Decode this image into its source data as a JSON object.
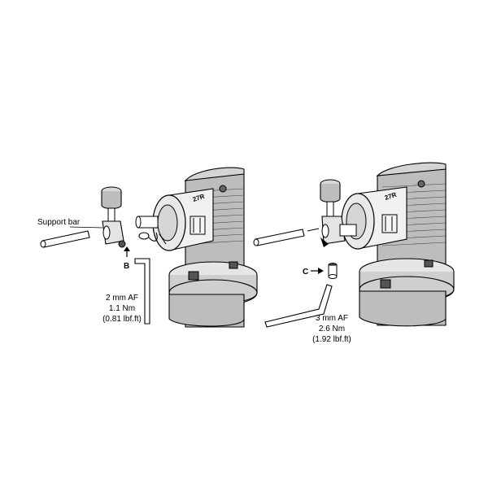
{
  "left_panel": {
    "support_bar_label": "Support bar",
    "callout_b": "B",
    "spec_line1": "2 mm AF",
    "spec_line2": "1.1 Nm",
    "spec_line3": "(0.81 lbf.ft)"
  },
  "right_panel": {
    "callout_c": "C",
    "spec_line1": "3 mm AF",
    "spec_line2": "2.6 Nm",
    "spec_line3": "(1.92 lbf.ft)"
  },
  "product_marking": "27R",
  "icons": [
    "head-body",
    "probe-module",
    "support-bar",
    "stylus-knob",
    "hex-key",
    "screw"
  ],
  "colors": {
    "ink": "#000000",
    "shade": "#bdbdbd",
    "shade_dark": "#8a8a8a",
    "paper": "#ffffff"
  }
}
